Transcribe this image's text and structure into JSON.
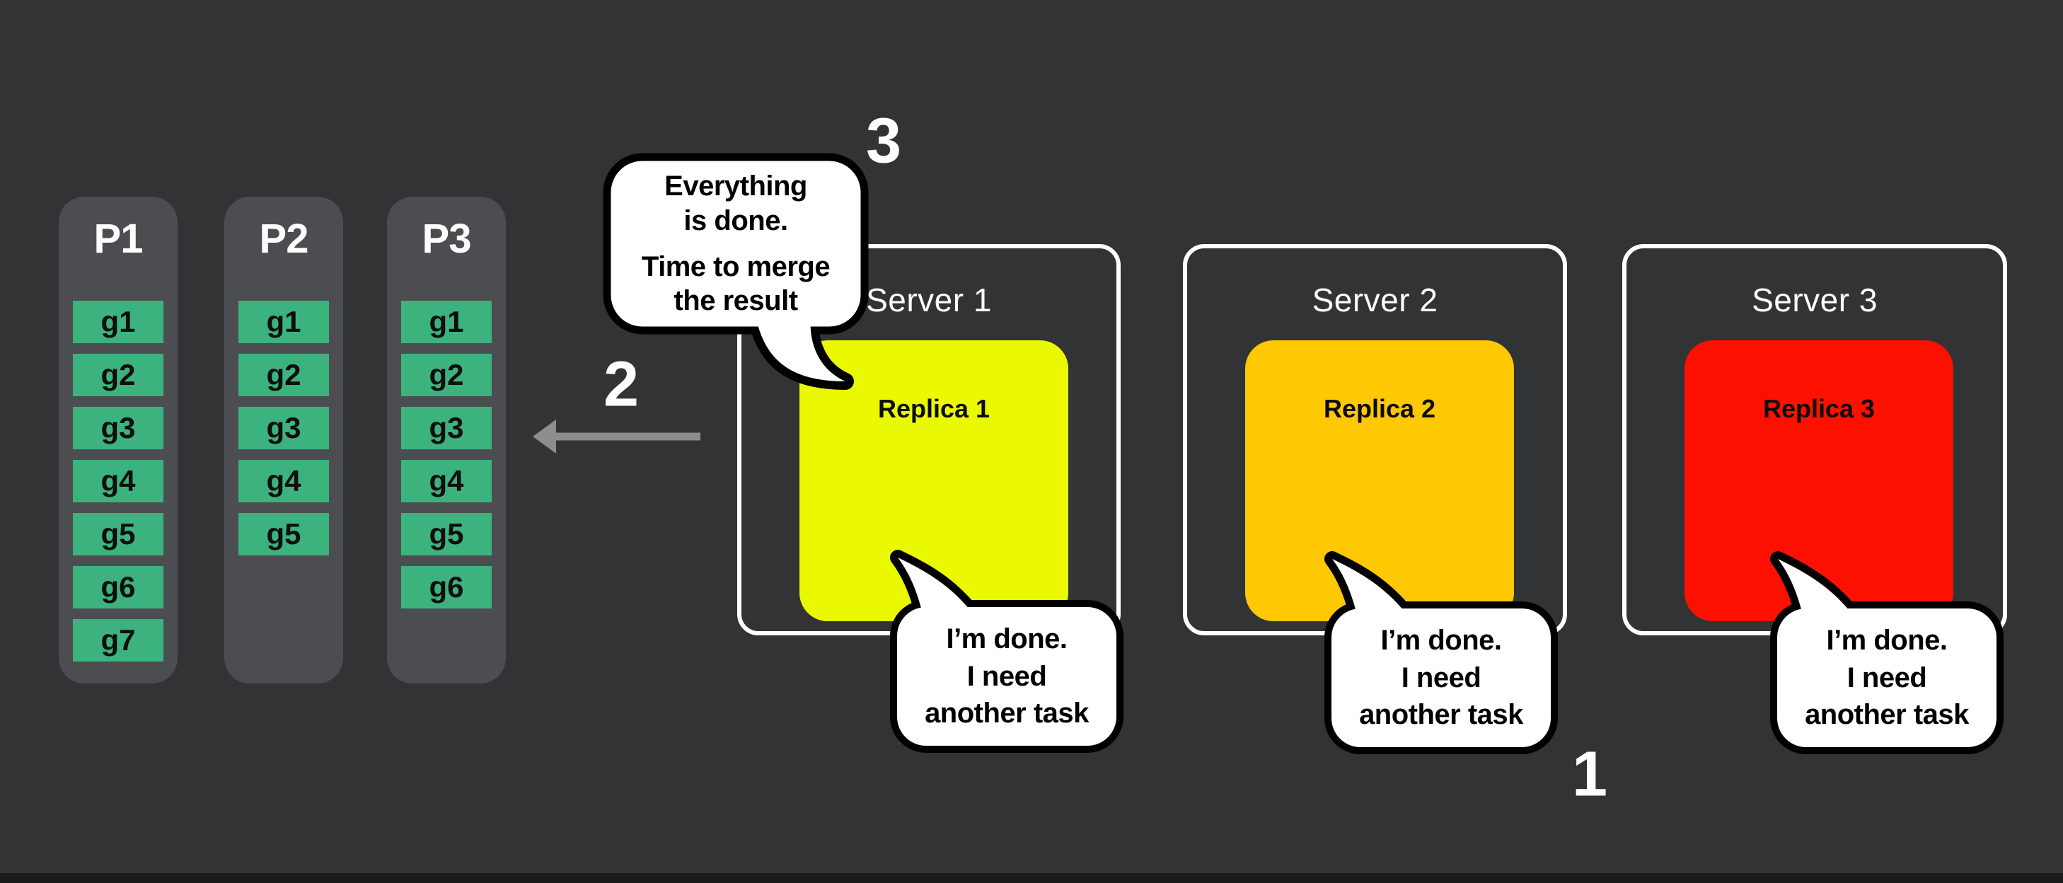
{
  "palette": {
    "background": "#313335",
    "column_bg": "#4b4d50",
    "cell_green": "#3cb37e",
    "server_border": "#ffffff",
    "replica1_yellow": "#eaf900",
    "replica2_orange": "#fec802",
    "replica3_red": "#fe1000",
    "arrow_gray": "#8d8d8d",
    "bubble_bg": "#ffffff",
    "bubble_border": "#000000",
    "text_light": "#ffffff",
    "text_dark": "#0e0e0e"
  },
  "partitions": [
    {
      "label": "P1",
      "cells": [
        "g1",
        "g2",
        "g3",
        "g4",
        "g5",
        "g6",
        "g7"
      ]
    },
    {
      "label": "P2",
      "cells": [
        "g1",
        "g2",
        "g3",
        "g4",
        "g5"
      ]
    },
    {
      "label": "P3",
      "cells": [
        "g1",
        "g2",
        "g3",
        "g4",
        "g5",
        "g6"
      ]
    }
  ],
  "servers": [
    {
      "label": "Server 1",
      "replica_label": "Replica 1",
      "replica_color": "#eaf900",
      "bubble_lines": [
        "I’m done.",
        "I need",
        "another task"
      ]
    },
    {
      "label": "Server 2",
      "replica_label": "Replica 2",
      "replica_color": "#fec802",
      "bubble_lines": [
        "I’m done.",
        "I need",
        "another task"
      ]
    },
    {
      "label": "Server 3",
      "replica_label": "Replica 3",
      "replica_color": "#fe1000",
      "bubble_lines": [
        "I’m done.",
        "I need",
        "another task"
      ]
    }
  ],
  "merge_bubble": {
    "paragraph1": [
      "Everything",
      "is done."
    ],
    "paragraph2": [
      "Time to merge",
      "the result"
    ]
  },
  "steps": {
    "one": "1",
    "two": "2",
    "three": "3"
  }
}
